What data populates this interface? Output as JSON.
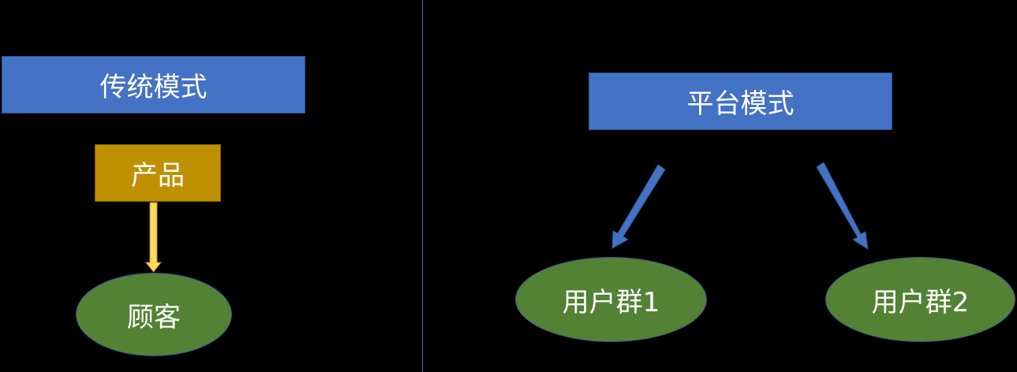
{
  "traditional": {
    "title": "传统模式",
    "product": "产品",
    "customer": "顾客"
  },
  "platform": {
    "title": "平台模式",
    "user_group_1": "用户群1",
    "user_group_2": "用户群2"
  },
  "colors": {
    "background": "#000000",
    "header_blue": "#4472c4",
    "product_gold": "#bf9000",
    "ellipse_green": "#548235",
    "arrow_yellow": "#ffd966",
    "arrow_blue": "#4472c4"
  }
}
